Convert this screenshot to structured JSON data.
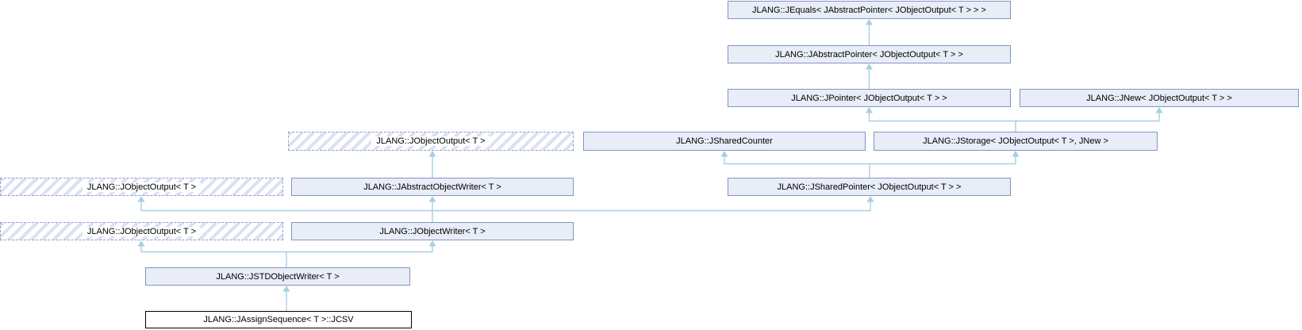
{
  "diagram": {
    "kind": "class-inheritance-graph",
    "colors": {
      "node_fill": "#e8edf8",
      "node_border": "#8593c2",
      "hatch_stripe": "#dbe1f3",
      "dashed_border": "#8fa0cc",
      "arrow": "#a8cfe2",
      "focus_border": "#000000",
      "background": "#ffffff"
    },
    "nodes": {
      "jequals": {
        "label": "JLANG::JEquals< JAbstractPointer< JObjectOutput< T > > >",
        "style": "solid"
      },
      "jabstract_pointer": {
        "label": "JLANG::JAbstractPointer< JObjectOutput< T > >",
        "style": "solid"
      },
      "jpointer": {
        "label": "JLANG::JPointer< JObjectOutput< T > >",
        "style": "solid"
      },
      "jnew": {
        "label": "JLANG::JNew< JObjectOutput< T > >",
        "style": "solid"
      },
      "jobjectoutput_a": {
        "label": "JLANG::JObjectOutput< T >",
        "style": "hatched"
      },
      "jshared_counter": {
        "label": "JLANG::JSharedCounter",
        "style": "solid"
      },
      "jstorage": {
        "label": "JLANG::JStorage< JObjectOutput< T >, JNew >",
        "style": "solid"
      },
      "jobjectoutput_b": {
        "label": "JLANG::JObjectOutput< T >",
        "style": "hatched"
      },
      "jabstract_object_writer": {
        "label": "JLANG::JAbstractObjectWriter< T >",
        "style": "solid"
      },
      "jshared_pointer": {
        "label": "JLANG::JSharedPointer< JObjectOutput< T > >",
        "style": "solid"
      },
      "jobjectoutput_c": {
        "label": "JLANG::JObjectOutput< T >",
        "style": "hatched"
      },
      "jobject_writer": {
        "label": "JLANG::JObjectWriter< T >",
        "style": "solid"
      },
      "jstd_object_writer": {
        "label": "JLANG::JSTDObjectWriter< T >",
        "style": "solid"
      },
      "jcsv": {
        "label": "JLANG::JAssignSequence< T >::JCSV",
        "style": "focus"
      }
    },
    "edges": [
      {
        "child": "jabstract_pointer",
        "parent": "jequals"
      },
      {
        "child": "jpointer",
        "parent": "jabstract_pointer"
      },
      {
        "child": "jstorage",
        "parent": "jpointer"
      },
      {
        "child": "jstorage",
        "parent": "jnew"
      },
      {
        "child": "jshared_pointer",
        "parent": "jshared_counter"
      },
      {
        "child": "jshared_pointer",
        "parent": "jstorage"
      },
      {
        "child": "jabstract_object_writer",
        "parent": "jobjectoutput_a"
      },
      {
        "child": "jobject_writer",
        "parent": "jobjectoutput_b"
      },
      {
        "child": "jobject_writer",
        "parent": "jabstract_object_writer"
      },
      {
        "child": "jobject_writer",
        "parent": "jshared_pointer"
      },
      {
        "child": "jstd_object_writer",
        "parent": "jobjectoutput_c"
      },
      {
        "child": "jstd_object_writer",
        "parent": "jobject_writer"
      },
      {
        "child": "jcsv",
        "parent": "jstd_object_writer"
      }
    ]
  }
}
